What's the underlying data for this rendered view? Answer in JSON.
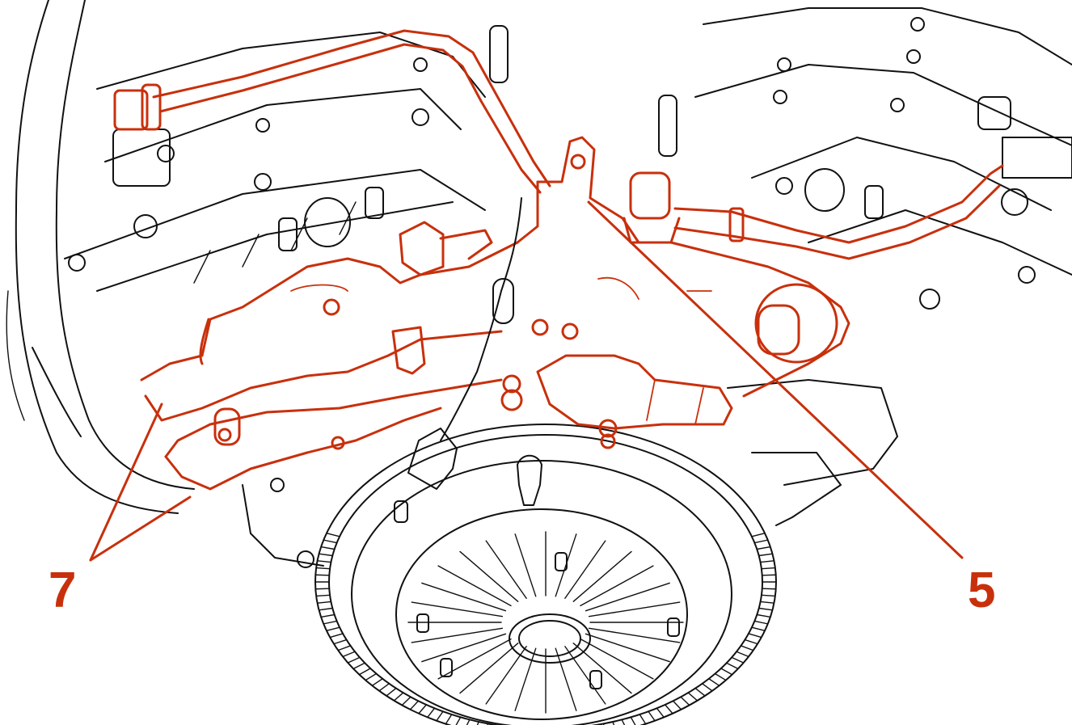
{
  "callouts": [
    {
      "id": "7",
      "label": "7"
    },
    {
      "id": "5",
      "label": "5"
    }
  ],
  "colors": {
    "highlight": "#c8300c",
    "ink": "#111111",
    "background": "#ffffff"
  }
}
